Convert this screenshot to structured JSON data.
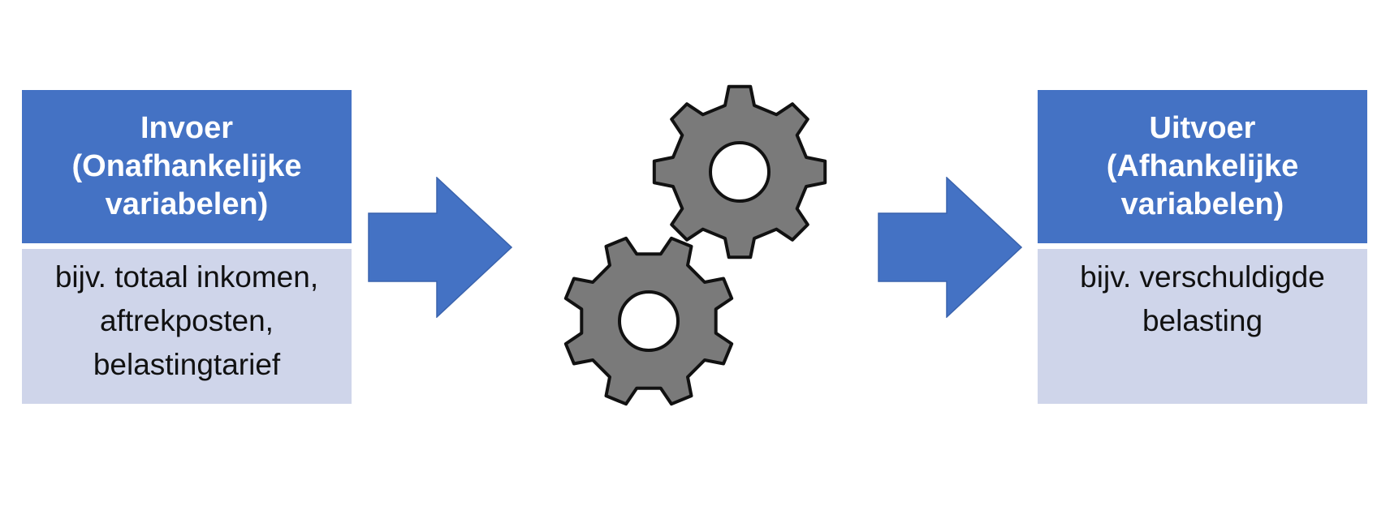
{
  "input": {
    "title_lines": [
      "Invoer",
      "(Onafhankelijke",
      "variabelen)"
    ],
    "example_lines": [
      "bijv. totaal inkomen,",
      "aftrekposten,",
      "belastingtarief"
    ]
  },
  "output": {
    "title_lines": [
      "Uitvoer",
      "(Afhankelijke",
      "variabelen)"
    ],
    "example_lines": [
      "bijv. verschuldigde",
      "belasting"
    ]
  },
  "process": {
    "icon": "gears-icon"
  },
  "colors": {
    "header_blue": "#4472c4",
    "body_light": "#cfd5ea",
    "arrow_blue": "#4472c4",
    "gear_gray": "#7a7a7a"
  }
}
